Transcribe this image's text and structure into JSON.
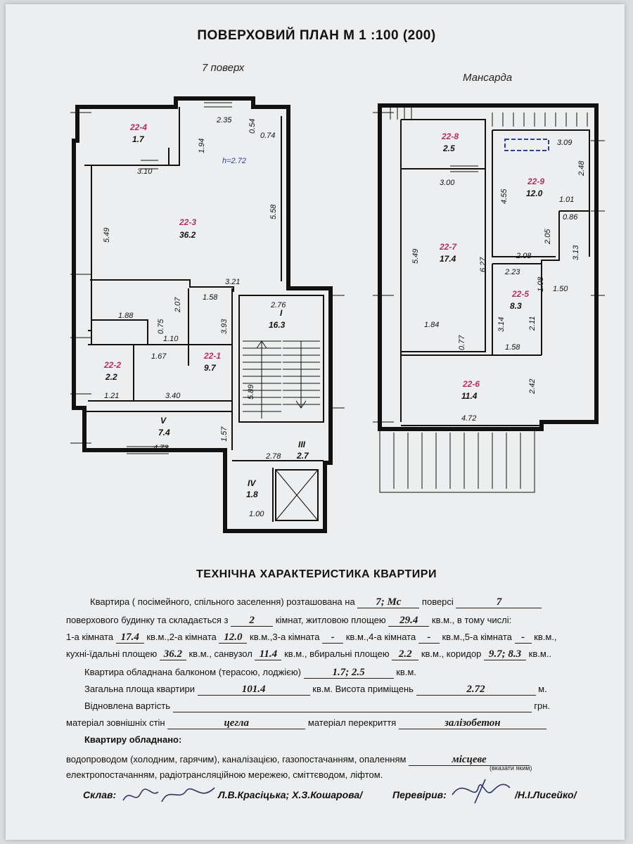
{
  "title": "ПОВЕРХОВИЙ ПЛАН М 1 :100 (200)",
  "plan_left": {
    "label": "7  поверх",
    "height_note": "h=2.72",
    "rooms": [
      {
        "num": "22-4",
        "area": "1.7"
      },
      {
        "num": "22-3",
        "area": "36.2"
      },
      {
        "num": "22-2",
        "area": "2.2"
      },
      {
        "num": "22-1",
        "area": "9.7"
      },
      {
        "num": "I",
        "area": "16.3"
      },
      {
        "num": "V",
        "area": "7.4"
      },
      {
        "num": "III",
        "area": "2.7"
      },
      {
        "num": "IV",
        "area": "1.8"
      }
    ],
    "dims": [
      "2.35",
      "0.54",
      "0.74",
      "1.94",
      "3.10",
      "5.58",
      "5.49",
      "3.21",
      "1.58",
      "2.76",
      "2.07",
      "3.93",
      "1.88",
      "0.75",
      "1.10",
      "1.67",
      "1.21",
      "3.40",
      "5.89",
      "4.73",
      "1.57",
      "2.78",
      "1.00"
    ]
  },
  "plan_right": {
    "label": "Мансарда",
    "rooms": [
      {
        "num": "22-8",
        "area": "2.5"
      },
      {
        "num": "22-9",
        "area": "12.0"
      },
      {
        "num": "22-7",
        "area": "17.4"
      },
      {
        "num": "22-5",
        "area": "8.3"
      },
      {
        "num": "22-6",
        "area": "11.4"
      }
    ],
    "dims": [
      "3.09",
      "2.48",
      "3.00",
      "4.55",
      "1.01",
      "0.86",
      "2.05",
      "5.49",
      "6.27",
      "2.08",
      "3.13",
      "2.23",
      "1.08",
      "1.50",
      "3.14",
      "2.11",
      "1.84",
      "0.77",
      "1.58",
      "2.42",
      "4.72"
    ]
  },
  "tech": {
    "title": "ТЕХНІЧНА ХАРАКТЕРИСТИКА   КВАРТИРИ",
    "l1_a": "Квартира ( посімейного, спільного заселення) розташована на",
    "floor": "7; Мс",
    "l1_b": "поверсі",
    "floors_total": "7",
    "l2_a": "поверхового будинку та складається з",
    "rooms_count": "2",
    "l2_b": "кімнат, житловою площею",
    "living_area": "29.4",
    "l2_c": "кв.м., в тому числі:",
    "l3_a": "1-а кімната",
    "r1": "17.4",
    "l3_b": "кв.м.,2-а кімната",
    "r2": "12.0",
    "l3_c": "кв.м.,3-а кімната",
    "r3": "-",
    "l3_d": "кв.м.,4-а кімната",
    "r4": "-",
    "l3_e": "кв.м.,5-а кімната",
    "r5": "-",
    "l3_f": "кв.м.,",
    "l4_a": "кухні-їдальні площею",
    "kitchen": "36.2",
    "l4_b": "кв.м., санвузол",
    "bath": "11.4",
    "l4_c": "кв.м., вбиральні площею",
    "wc": "2.2",
    "l4_d": "кв.м., коридор",
    "corridor": "9.7; 8.3",
    "l4_e": "кв.м..",
    "l5_a": "Квартира обладнана балконом (терасою, лоджією)",
    "balcony": "1.7; 2.5",
    "l5_b": "кв.м.",
    "l6_a": "Загальна площа квартири",
    "total_area": "101.4",
    "l6_b": "кв.м. Висота приміщень",
    "height": "2.72",
    "l6_c": "м.",
    "l7_a": "Відновлена вартість",
    "l7_b": "грн.",
    "l8_a": "матеріал зовнішніх стін",
    "walls": "цегла",
    "l8_b": "матеріал перекриття",
    "slab": "залізобетон",
    "l9": "Квартиру обладнано:",
    "l10_a": "водопроводом (холодним, гарячим), каналізацією, газопостачанням, опаленням",
    "heating": "місцеве",
    "heating_note": "(вказати яким)",
    "l11": "електропостачанням, радіотрансляційною мережею, сміттєводом, ліфтом.",
    "compiled_label": "Склав:",
    "compiled_names": "Л.В.Красіцька; Х.З.Кошарова/",
    "checked_label": "Перевірив:",
    "checked_name": "/Н.І.Лисейко/"
  }
}
